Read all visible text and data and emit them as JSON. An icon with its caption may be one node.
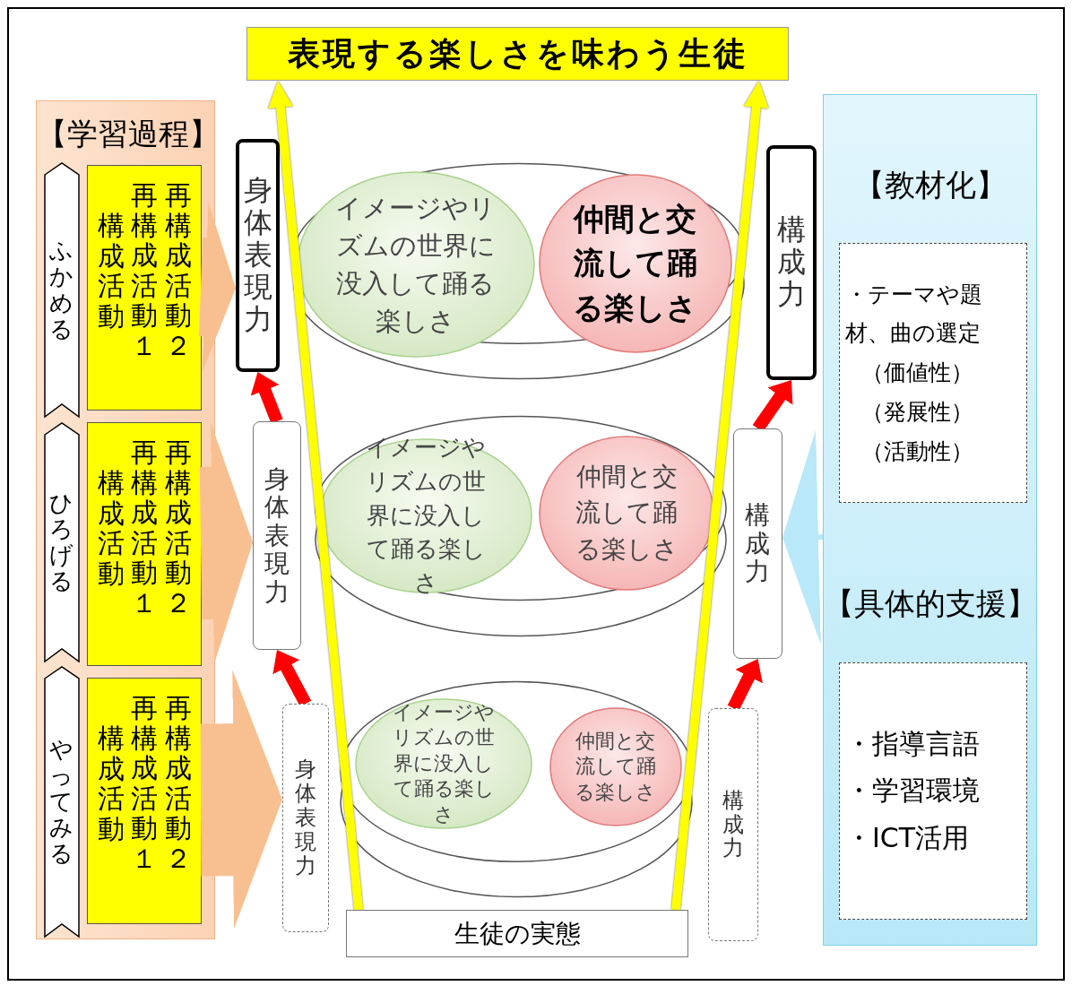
{
  "diagram": {
    "nodes": [
      {
        "text": [
          "【学習過程】"
        ]
      },
      {
        "text": [
          "ふかめる"
        ],
        "in": 0
      },
      {
        "text": [
          "構成活動",
          "再構成活動１",
          "再構成活動２"
        ],
        "in": 0
      },
      {
        "text": [
          "ひろげる"
        ],
        "in": 0
      },
      {
        "text": [
          "構成活動",
          "再構成活動１",
          "再構成活動２"
        ],
        "in": 0
      },
      {
        "text": [
          "やってみる"
        ],
        "in": 0
      },
      {
        "text": [
          "構成活動",
          "再構成活動１",
          "再構成活動２"
        ],
        "in": 0
      },
      {
        "text": [],
        "shape": "ellipse"
      },
      {
        "text": [
          "イメージやリズムの世界に没入して踊る楽しさ"
        ],
        "in": 7
      },
      {
        "text": [
          "仲間と交流して踊る楽しさ"
        ],
        "in": 7
      },
      {
        "text": [],
        "shape": "ellipse"
      },
      {
        "text": [
          "イメージやリズムの世界に没入して踊る楽しさ"
        ],
        "in": 10
      },
      {
        "text": [
          "仲間と交流して踊る楽しさ"
        ],
        "in": 10
      },
      {
        "text": [],
        "shape": "ellipse"
      },
      {
        "text": [
          "イメージやリズムの世界に没入して踊る楽しさ"
        ],
        "in": 13
      },
      {
        "text": [
          "仲間と交流して踊る楽しさ"
        ],
        "in": 13
      },
      {
        "text": [
          "身体表現力"
        ]
      },
      {
        "text": [
          "身体表現力"
        ]
      },
      {
        "text": [
          "身体表現力"
        ]
      },
      {
        "text": [
          "構成力"
        ]
      },
      {
        "text": [
          "構成力"
        ]
      },
      {
        "text": [
          "構成力"
        ]
      },
      {
        "text": [
          "生徒の実態"
        ]
      },
      {
        "text": [
          "【教材化】",
          "【具体的支援】"
        ]
      },
      {
        "text": [
          "・テーマや題材、曲の選定",
          "（価値性）",
          "（発展性）",
          "（活動性）"
        ],
        "in": 23
      },
      {
        "text": [
          "・指導言語",
          "・学習環境",
          "・ICT活用"
        ],
        "in": 23
      },
      {
        "text": [
          "表現する楽しさを味わう生徒"
        ]
      }
    ],
    "edges": [
      {
        "from": 22,
        "to": 26,
        "arrow": "to",
        "color": "#ffff00"
      },
      {
        "from": 22,
        "to": 26,
        "arrow": "to",
        "color": "#ffff00"
      },
      {
        "from": 18,
        "to": 17,
        "arrow": "to",
        "color": "#ff0000"
      },
      {
        "from": 17,
        "to": 16,
        "arrow": "to",
        "color": "#ff0000"
      },
      {
        "from": 21,
        "to": 20,
        "arrow": "to",
        "color": "#ff0000"
      },
      {
        "from": 20,
        "to": 19,
        "arrow": "to",
        "color": "#ff0000"
      },
      {
        "from": 2,
        "to": 16,
        "arrow": "to",
        "color": "#f8c090"
      },
      {
        "from": 4,
        "to": 17,
        "arrow": "to",
        "color": "#f8c090"
      },
      {
        "from": 6,
        "to": 18,
        "arrow": "to",
        "color": "#f8c090"
      },
      {
        "from": 23,
        "to": 20,
        "arrow": "to",
        "color": "#b9e8f8"
      }
    ]
  }
}
